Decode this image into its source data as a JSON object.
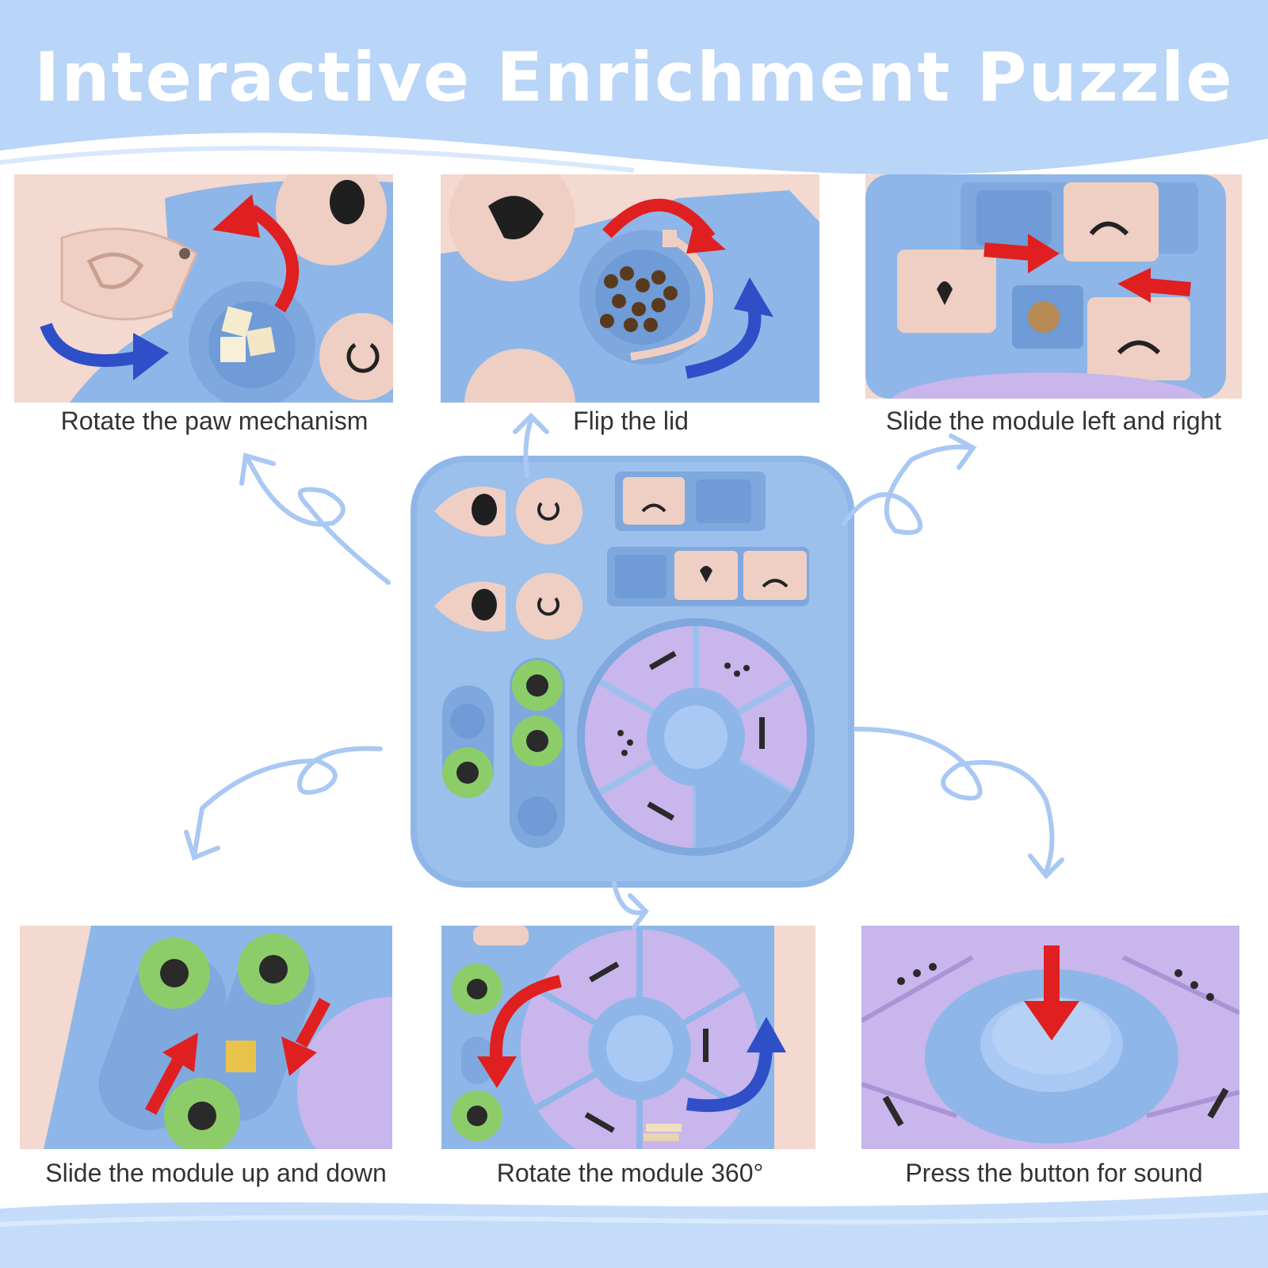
{
  "header": {
    "title": "Interactive Enrichment Puzzle"
  },
  "panels": [
    {
      "caption": "Rotate the paw mechanism"
    },
    {
      "caption": "Flip the lid"
    },
    {
      "caption": "Slide the module left and right"
    },
    {
      "caption": "Slide the module up and down"
    },
    {
      "caption": "Rotate the module 360°"
    },
    {
      "caption": "Press the button for sound"
    }
  ],
  "colors": {
    "banner": "#b9d5f7",
    "board_blue": "#8fb6e8",
    "lid_pink": "#efcfc3",
    "wheel_purple": "#c9b6ec",
    "paw_green": "#8ccd6a",
    "arrow_red": "#e02020",
    "arrow_blue": "#2f4fc8",
    "doodle_blue": "#a9c8f3"
  }
}
